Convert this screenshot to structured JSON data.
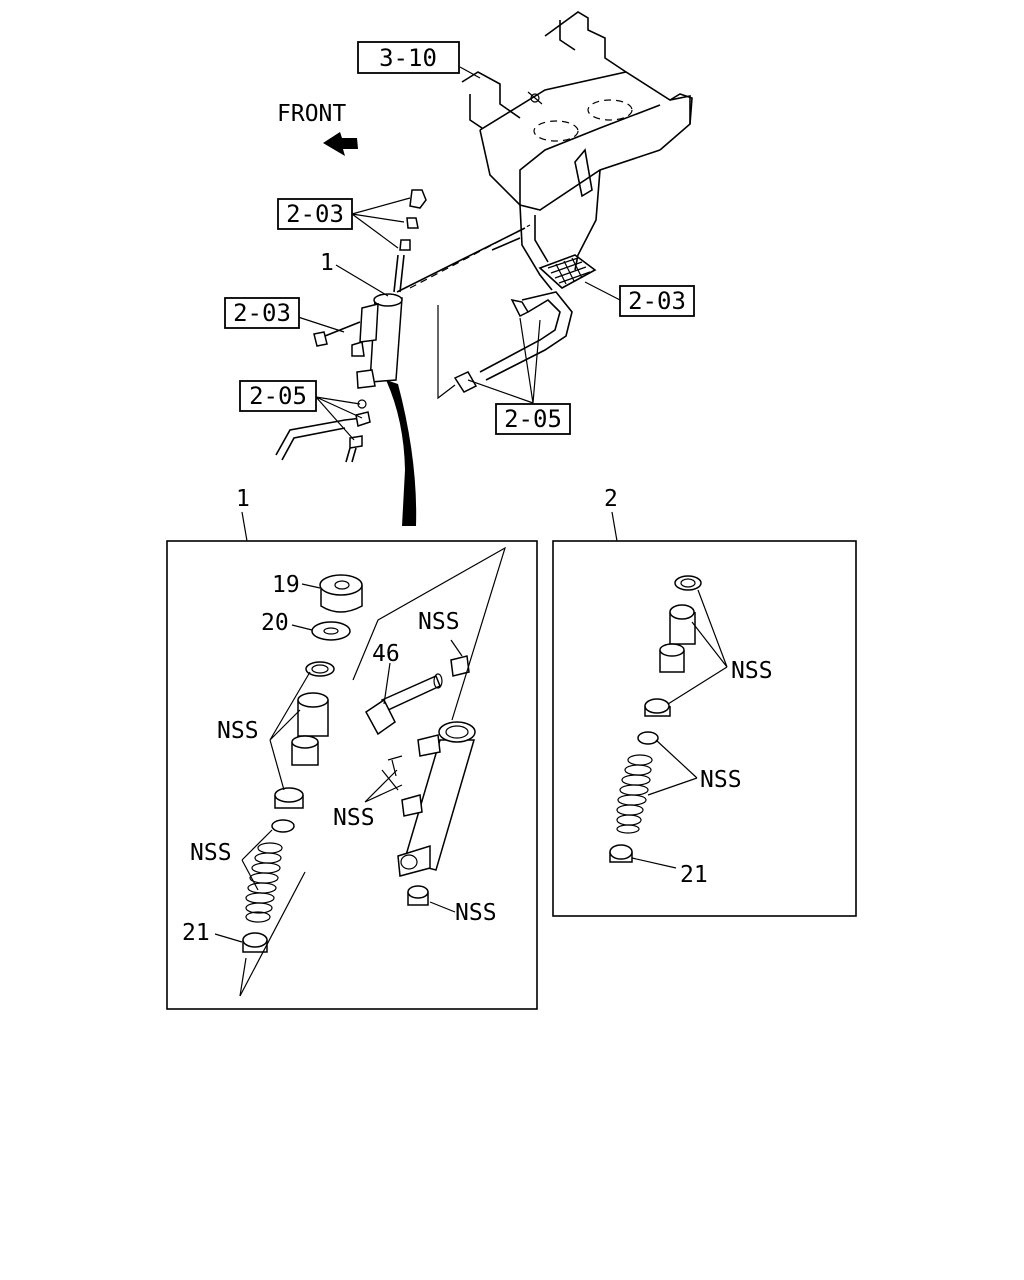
{
  "diagram": {
    "direction_label": "FRONT",
    "refs": {
      "bracket": "3-10",
      "nuts": "2-03",
      "bolt": "2-03",
      "pedal": "2-03",
      "clip_left": "2-05",
      "clip_right": "2-05"
    },
    "main_callout": "1",
    "panel_1": {
      "title": "1",
      "labels": {
        "bush": "19",
        "washer": "20",
        "pin": "NSS",
        "rod": "46",
        "piston": "NSS",
        "bolt_pair": "NSS",
        "spring": "NSS",
        "cap": "21",
        "plug": "NSS"
      }
    },
    "panel_2": {
      "title": "2",
      "labels": {
        "piston": "NSS",
        "spring": "NSS",
        "cap": "21"
      }
    }
  }
}
